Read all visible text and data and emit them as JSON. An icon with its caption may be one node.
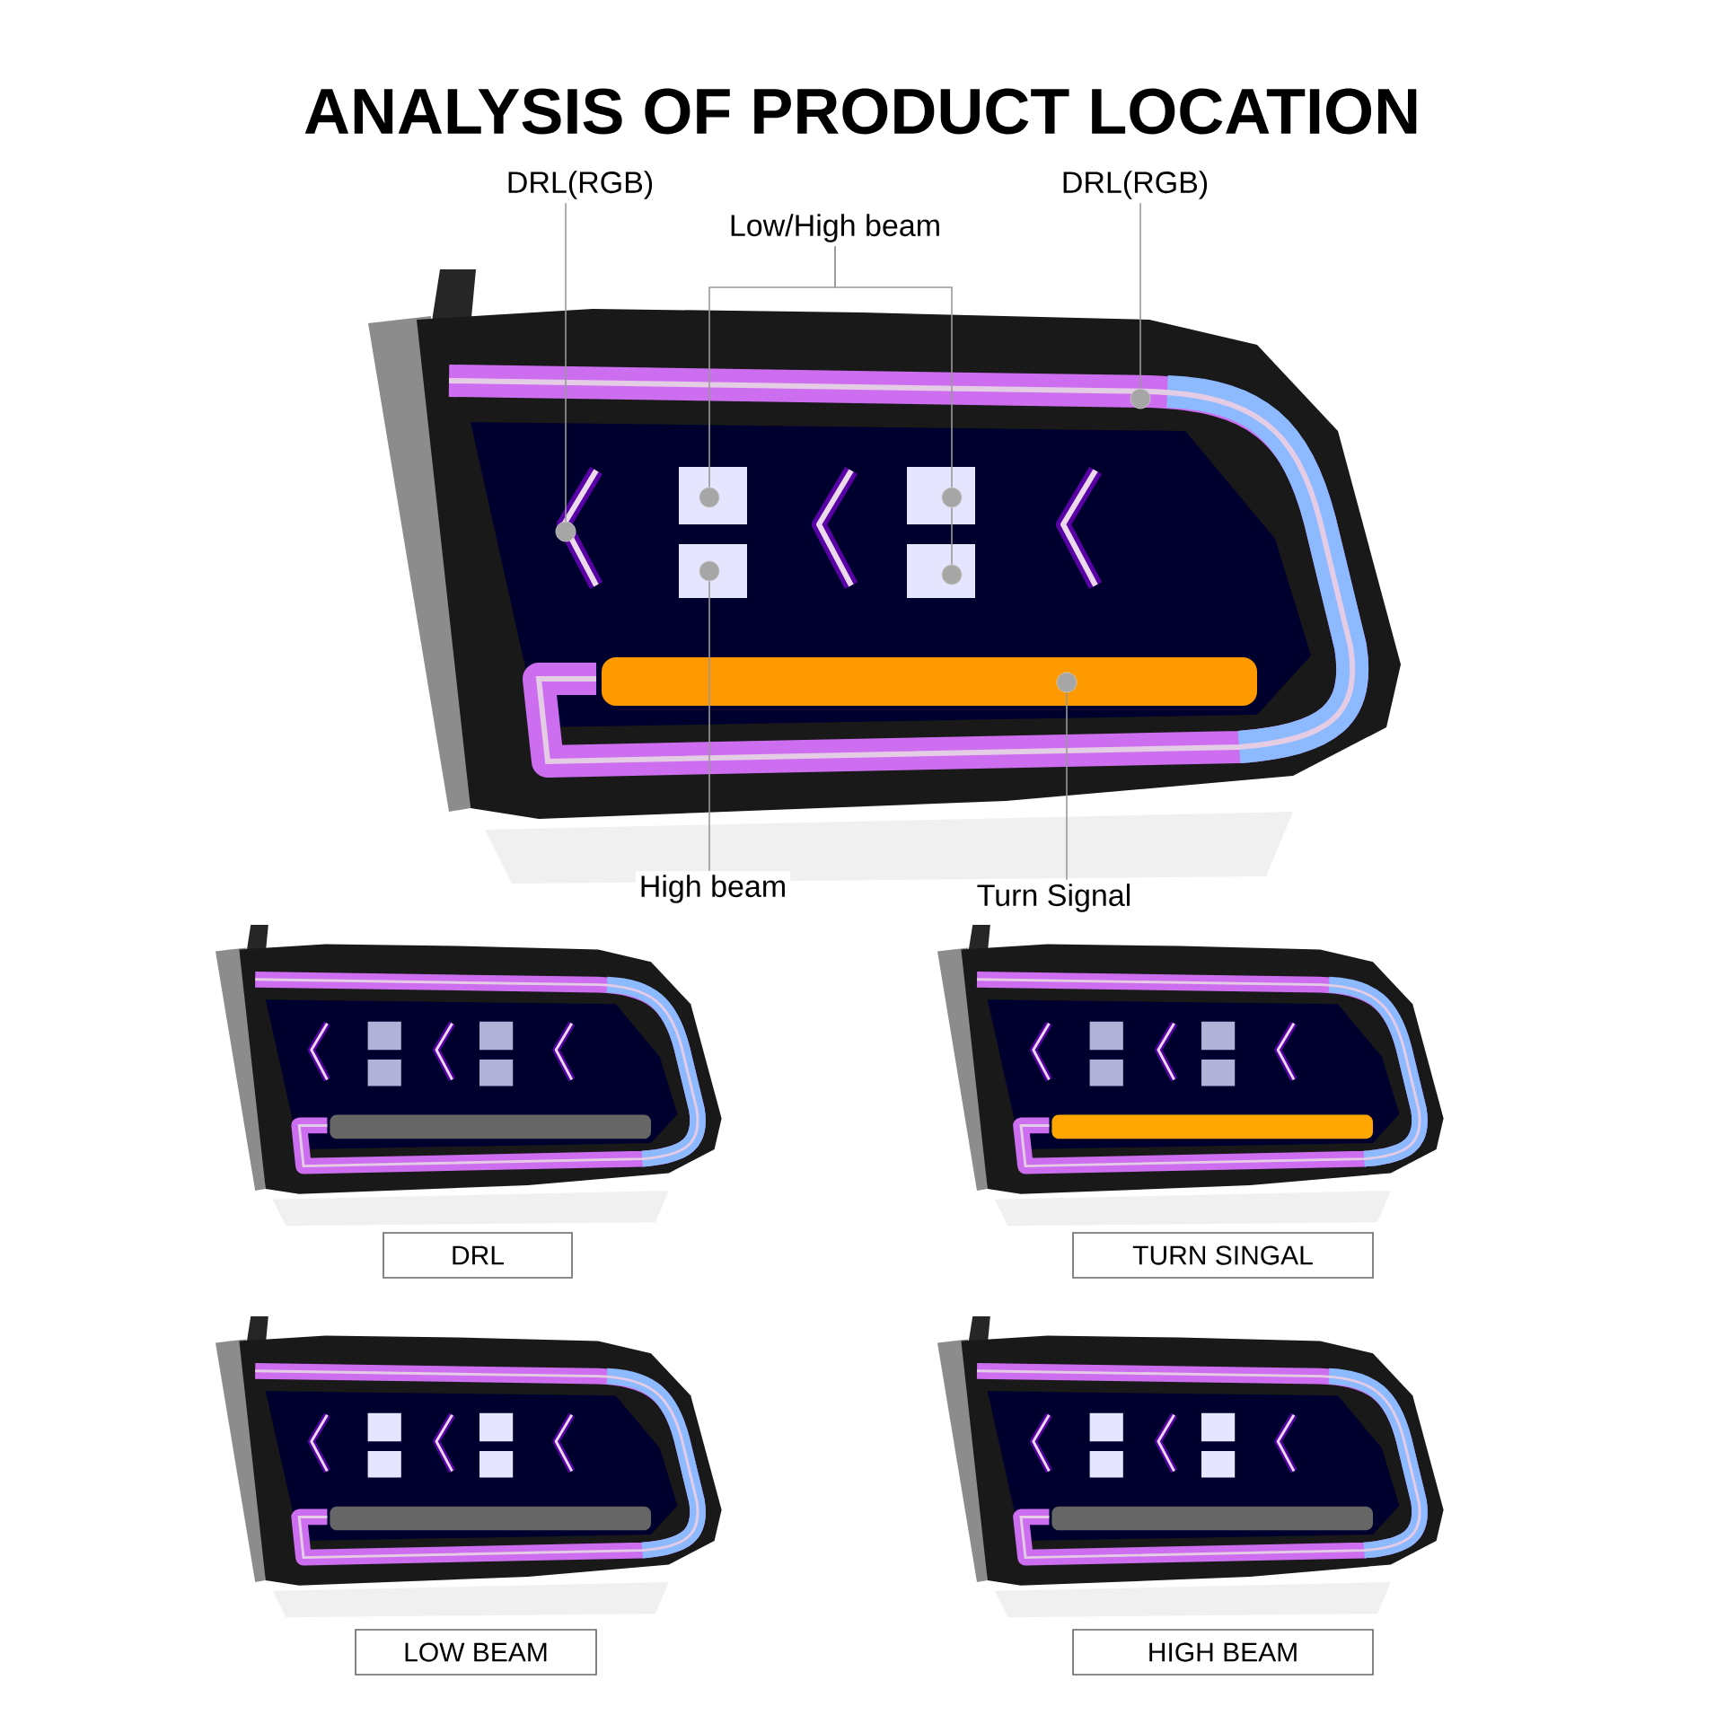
{
  "diagram": {
    "title": "ANALYSIS OF PRODUCT LOCATION",
    "nodes": [
      {
        "text": [
          "DRL(RGB)"
        ]
      },
      {
        "text": [
          "DRL(RGB)"
        ]
      },
      {
        "text": [
          "Low/High beam"
        ]
      },
      {
        "text": [],
        "shape": "circle"
      },
      {
        "text": [],
        "shape": "circle"
      },
      {
        "text": [],
        "shape": "circle"
      },
      {
        "text": [],
        "shape": "circle"
      },
      {
        "text": [],
        "shape": "circle"
      },
      {
        "text": [],
        "shape": "circle"
      },
      {
        "text": [],
        "shape": "circle"
      },
      {
        "text": [
          "High beam"
        ]
      },
      {
        "text": [
          "Turn Signal"
        ]
      },
      {
        "text": [
          "DRL"
        ]
      },
      {
        "text": [
          "TURN SINGAL"
        ]
      },
      {
        "text": [
          "LOW BEAM"
        ]
      },
      {
        "text": [
          "HIGH BEAM"
        ]
      }
    ],
    "edges": [
      {
        "from": 0,
        "to": 3,
        "arrow": "none"
      },
      {
        "from": 1,
        "to": 4,
        "arrow": "none"
      },
      {
        "from": 2,
        "to": 5,
        "arrow": "none"
      },
      {
        "from": 2,
        "to": 6,
        "arrow": "none"
      },
      {
        "from": 6,
        "to": 8,
        "arrow": "none"
      },
      {
        "from": 10,
        "to": 7,
        "arrow": "none"
      },
      {
        "from": 11,
        "to": 9,
        "arrow": "none"
      }
    ]
  }
}
